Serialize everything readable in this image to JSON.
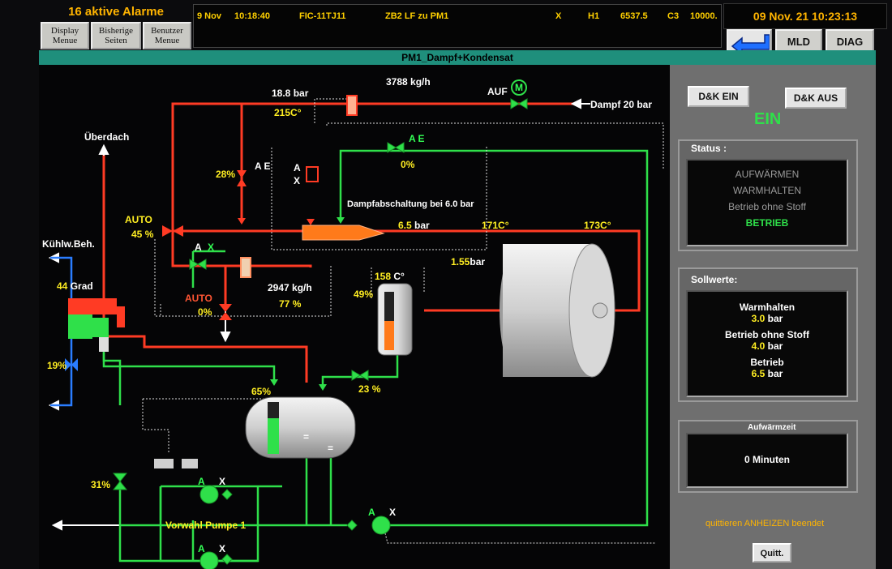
{
  "header": {
    "alarm_count": "16 aktive Alarme",
    "nav_buttons": [
      {
        "label": "Display\nMenue"
      },
      {
        "label": "Bisherige\nSeiten"
      },
      {
        "label": "Benutzer\nMenue"
      }
    ],
    "alarm_line": {
      "date": "9 Nov",
      "time": "10:18:40",
      "tag": "FIC-11TJ11",
      "text": "ZB2 LF zu PM1",
      "flag": "X",
      "limit": "H1",
      "value": "6537.5",
      "code": "C3",
      "setpoint": "10000."
    },
    "datetime": "09 Nov. 21 10:23:13",
    "buttons": {
      "mld": "MLD",
      "diag": "DIAG"
    }
  },
  "title": "PM1_Dampf+Kondensat",
  "schema": {
    "labels": {
      "steam_pressure": "18.8",
      "bar1": "bar",
      "steam_temp": "215C°",
      "flow_top": "3788",
      "unit_kgh1": "kg/h",
      "auf": "AUF",
      "motor_m": "M",
      "dampf_in": "Dampf 20 bar",
      "ueberdach": "Überdach",
      "valve_pct_28": "28",
      "pct1": "%",
      "ae1": "A E",
      "ax1": "A",
      "x1": "X",
      "ae2": "A E",
      "valve_pct_0_top": "0",
      "pct2": "%",
      "desuperheat": "Dampfabschaltung bei 6.0 bar",
      "auto1": "AUTO",
      "valve_pct_45": "45",
      "pct3": "%",
      "p65": "6.5",
      "bar2": "bar",
      "t171": "171C°",
      "t173": "173C°",
      "p155": "1.55",
      "bar3": "bar",
      "kuehl": "Kühlw.Beh.",
      "a_x2": "A",
      "x2": "X",
      "t158": "158",
      "c158": "C°",
      "flow_mid": "2947",
      "unit_kgh2": "kg/h",
      "pct77": "77",
      "pct4": "%",
      "auto2": "AUTO",
      "valve_pct_0_mid": "0",
      "pct5": "%",
      "grad_val": "44",
      "grad": "Grad",
      "pct49": "49",
      "pct6": "%",
      "pct19": "19",
      "pct7": "%",
      "pct65": "65",
      "pct8": "%",
      "pct23": "23",
      "pct9": "%",
      "pct31": "31",
      "pct10": "%",
      "a_p1": "A",
      "x_p1": "X",
      "a_p2": "A",
      "x_p2": "X",
      "a_p3": "A",
      "x_p3": "X",
      "pump_select": "Vorwahl Pumpe 1",
      "eq1": "=",
      "eq2": "="
    }
  },
  "right": {
    "dk_ein": "D&K EIN",
    "dk_aus": "D&K AUS",
    "state": "EIN",
    "status_label": "Status :",
    "status_lines": [
      "AUFWÄRMEN",
      "WARMHALTEN",
      "Betrieb ohne Stoff",
      "BETRIEB"
    ],
    "sollwerte_label": "Sollwerte:",
    "sollwerte": [
      {
        "name": "Warmhalten",
        "value": "3.0",
        "unit": "bar"
      },
      {
        "name": "Betrieb ohne Stoff",
        "value": "4.0",
        "unit": "bar"
      },
      {
        "name": "Betrieb",
        "value": "6.5",
        "unit": "bar"
      }
    ],
    "aufwaermzeit_label": "Aufwärmzeit",
    "aufwaermzeit_value": "0 Minuten",
    "quit_msg": "quittieren ANHEIZEN beendet",
    "quit_btn": "Quitt."
  },
  "colors": {
    "steam": "#ff3b24",
    "condensate": "#2fe04a",
    "accent": "#1f8f7c",
    "amber": "#ffb400",
    "water": "#2a7dff"
  }
}
